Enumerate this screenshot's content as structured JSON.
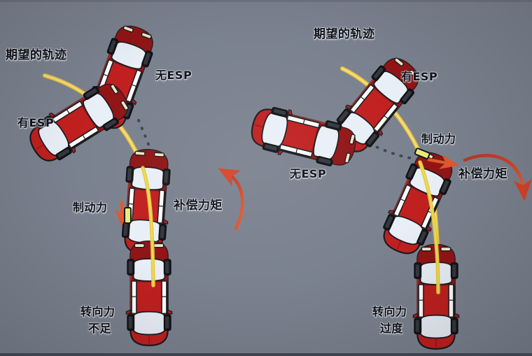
{
  "scene": {
    "title": "ESP vehicle stability control diagram",
    "background_color": "#7b828f",
    "car_body_color": "#c0201f",
    "car_shade_color": "#8e1516",
    "trajectory_color": "#f2d24b",
    "actual_path_color": "#3a4450",
    "arrow_color": "#d4452a",
    "label_color": "#12131a"
  },
  "left_panel": {
    "name": "understeer-panel",
    "labels": {
      "desired_track": "期望的轨迹",
      "with_esp": "有ESP",
      "without_esp": "无ESP",
      "brake_force": "制动力",
      "compensating_torque": "补偿力矩",
      "condition_line1": "转向力",
      "condition_line2": "不足"
    }
  },
  "right_panel": {
    "name": "oversteer-panel",
    "labels": {
      "desired_track": "期望的轨迹",
      "with_esp": "有ESP",
      "without_esp": "无ESP",
      "brake_force": "制动力",
      "compensating_torque": "补偿力矩",
      "condition_line1": "转向力",
      "condition_line2": "过度"
    }
  },
  "icons": {
    "curved_arrow_ccw": "curved-arrow-counterclockwise-icon",
    "curved_arrow_cw": "curved-arrow-clockwise-icon",
    "brake_arrow": "brake-force-arrow-icon",
    "car_topview": "car-top-view-icon",
    "dotted_path": "dotted-path-icon",
    "yellow_path": "desired-trajectory-icon"
  }
}
